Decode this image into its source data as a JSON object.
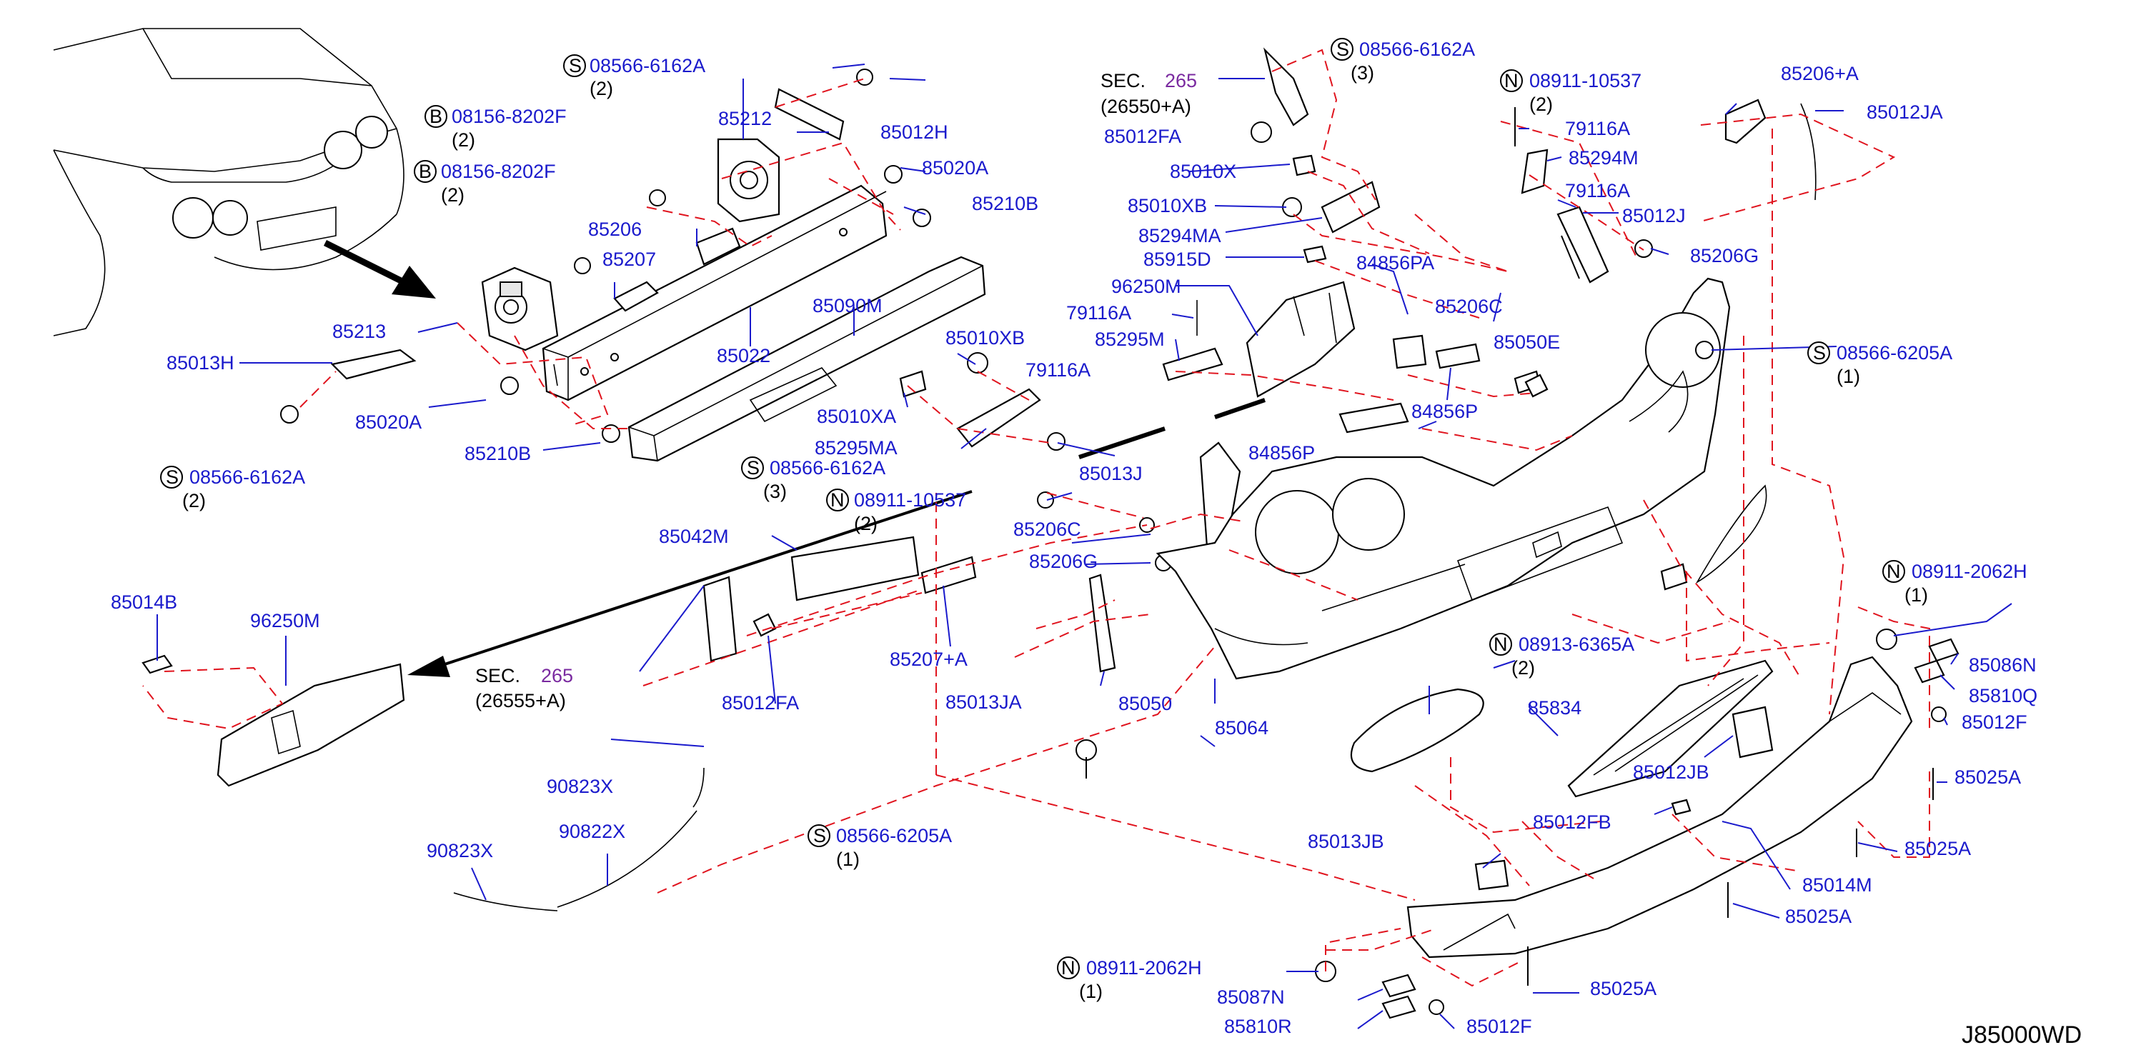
{
  "diagram_code": "J85000WD",
  "labels": {
    "p85213": "85213",
    "p85013H": "85013H",
    "p85020A_l": "85020A",
    "p85210B_l": "85210B",
    "p85022": "85022",
    "p85206": "85206",
    "p85207": "85207",
    "p85212": "85212",
    "p85012H": "85012H",
    "p85020A_r": "85020A",
    "p85210B_r": "85210B",
    "p85090M": "85090M",
    "p85010XB_a": "85010XB",
    "p79116A_a": "79116A",
    "p85010XA": "85010XA",
    "p85295MA": "85295MA",
    "p85042M": "85042M",
    "p85207A": "85207+A",
    "p85012FA_l": "85012FA",
    "p85013JA": "85013JA",
    "p85014B": "85014B",
    "p96250M_l": "96250M",
    "p90823X_a": "90823X",
    "p90823X_b": "90823X",
    "p90822X": "90822X",
    "p85012FA_t": "85012FA",
    "p85010X": "85010X",
    "p85010XB_b": "85010XB",
    "p85294MA": "85294MA",
    "p85915D": "85915D",
    "p96250M_c": "96250M",
    "p79116A_b": "79116A",
    "p85295M": "85295M",
    "p84856PA": "84856PA",
    "p84856P_a": "84856P",
    "p84856P_b": "84856P",
    "p85050E": "85050E",
    "p85206C_a": "85206C",
    "p85013J": "85013J",
    "p85206C_b": "85206C",
    "p85206G_a": "85206G",
    "p85050": "85050",
    "p85064": "85064",
    "p79116A_c": "79116A",
    "p85294M": "85294M",
    "p79116A_d": "79116A",
    "p85012J": "85012J",
    "p85206G_b": "85206G",
    "p85206A": "85206+A",
    "p85012JA": "85012JA",
    "p85834": "85834",
    "p85012JB": "85012JB",
    "p85012FB": "85012FB",
    "p85013JB": "85013JB",
    "p85086N": "85086N",
    "p85810Q": "85810Q",
    "p85012F_r": "85012F",
    "p85025A_a": "85025A",
    "p85025A_b": "85025A",
    "p85014M": "85014M",
    "p85025A_c": "85025A",
    "p85025A_d": "85025A",
    "p85087N": "85087N",
    "p85810R": "85810R",
    "p85012F_b": "85012F"
  },
  "fasteners": [
    {
      "type": "S",
      "part": "08566-6162A",
      "qty": "(2)"
    },
    {
      "type": "B",
      "part": "08156-8202F",
      "qty": "(2)"
    },
    {
      "type": "B",
      "part": "08156-8202F",
      "qty": "(2)"
    },
    {
      "type": "S",
      "part": "08566-6162A",
      "qty": "(2)"
    },
    {
      "type": "S",
      "part": "08566-6162A",
      "qty": "(3)"
    },
    {
      "type": "N",
      "part": "08911-10537",
      "qty": "(2)"
    },
    {
      "type": "S",
      "part": "08566-6205A",
      "qty": "(1)"
    },
    {
      "type": "S",
      "part": "08566-6162A",
      "qty": "(3)"
    },
    {
      "type": "N",
      "part": "08911-10537",
      "qty": "(2)"
    },
    {
      "type": "S",
      "part": "08566-6205A",
      "qty": "(1)"
    },
    {
      "type": "N",
      "part": "08911-2062H",
      "qty": "(1)"
    },
    {
      "type": "N",
      "part": "08913-6365A",
      "qty": "(2)"
    },
    {
      "type": "N",
      "part": "08911-2062H",
      "qty": "(1)"
    }
  ],
  "sections": [
    {
      "prefix": "SEC.",
      "num": "265",
      "ref": "(26550+A)"
    },
    {
      "prefix": "SEC.",
      "num": "265",
      "ref": "(26555+A)"
    }
  ]
}
